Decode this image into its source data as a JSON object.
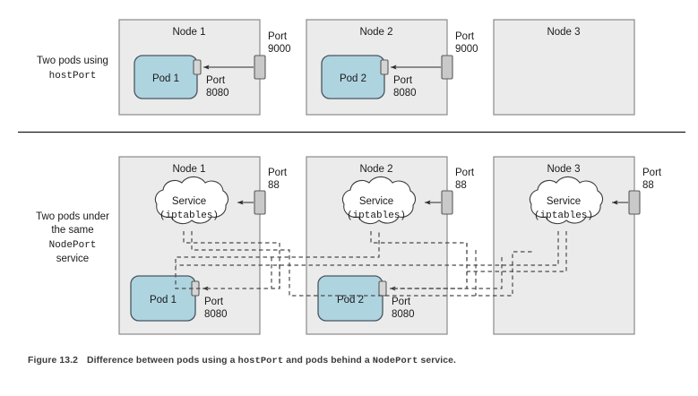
{
  "figure": {
    "caption_number": "Figure 13.2",
    "caption_parts": {
      "p1": "Difference between pods using a ",
      "m1": "hostPort",
      "p2": " and pods behind a ",
      "m2": "NodePort",
      "p3": " service."
    }
  },
  "rows": [
    {
      "id": "hostport-row",
      "label_lines": [
        "Two pods using",
        "hostPort"
      ],
      "label_mono_index": 1,
      "nodes": [
        {
          "id": "top-node-1",
          "title": "Node 1",
          "external_port_label": [
            "Port",
            "9000"
          ],
          "pod": {
            "title": "Pod 1",
            "port_label": [
              "Port",
              "8080"
            ]
          },
          "service": null
        },
        {
          "id": "top-node-2",
          "title": "Node 2",
          "external_port_label": [
            "Port",
            "9000"
          ],
          "pod": {
            "title": "Pod 2",
            "port_label": [
              "Port",
              "8080"
            ]
          },
          "service": null
        },
        {
          "id": "top-node-3",
          "title": "Node 3",
          "external_port_label": null,
          "pod": null,
          "service": null
        }
      ]
    },
    {
      "id": "nodeport-row",
      "label_lines": [
        "Two pods under",
        "the same",
        "NodePort",
        "service"
      ],
      "label_mono_index": 2,
      "nodes": [
        {
          "id": "bottom-node-1",
          "title": "Node 1",
          "external_port_label": [
            "Port",
            "88"
          ],
          "pod": {
            "title": "Pod 1",
            "port_label": [
              "Port",
              "8080"
            ]
          },
          "service": {
            "line1": "Service",
            "line2": "(iptables)"
          }
        },
        {
          "id": "bottom-node-2",
          "title": "Node 2",
          "external_port_label": [
            "Port",
            "88"
          ],
          "pod": {
            "title": "Pod 2",
            "port_label": [
              "Port",
              "8080"
            ]
          },
          "service": {
            "line1": "Service",
            "line2": "(iptables)"
          }
        },
        {
          "id": "bottom-node-3",
          "title": "Node 3",
          "external_port_label": [
            "Port",
            "88"
          ],
          "pod": null,
          "service": {
            "line1": "Service",
            "line2": "(iptables)"
          }
        }
      ]
    }
  ],
  "colors": {
    "node_fill": "#ebebeb",
    "node_stroke": "#8a8a8a",
    "pod_fill": "#aed4e0",
    "pod_stroke": "#4a5560",
    "cloud_fill": "#ffffff",
    "port_chip_fill": "#c9c9c9",
    "line": "#4a4a4a",
    "text": "#1a1a1a",
    "caption": "#3b3b3b"
  }
}
